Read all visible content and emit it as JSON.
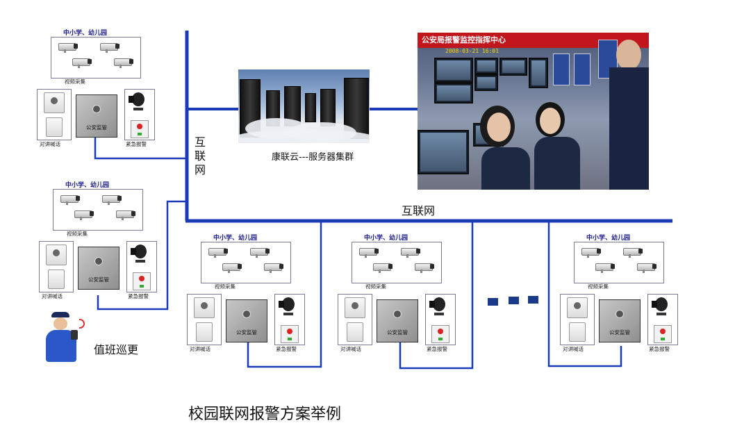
{
  "nodes": [
    {
      "id": "school-1",
      "title": "中小学、幼儿园",
      "video_label": "视频采集",
      "panel_label": "公安监管",
      "intercom_label": "对讲喊话",
      "alarm_label": "紧急报警"
    },
    {
      "id": "school-2",
      "title": "中小学、幼儿园",
      "video_label": "视频采集",
      "panel_label": "公安监管",
      "intercom_label": "对讲喊话",
      "alarm_label": "紧急报警"
    },
    {
      "id": "school-3",
      "title": "中小学、幼儿园",
      "video_label": "视频采集",
      "panel_label": "公安监管",
      "intercom_label": "对讲喊话",
      "alarm_label": "紧急报警"
    },
    {
      "id": "school-4",
      "title": "中小学、幼儿园",
      "video_label": "视频采集",
      "panel_label": "公安监管",
      "intercom_label": "对讲喊话",
      "alarm_label": "紧急报警"
    },
    {
      "id": "school-5",
      "title": "中小学、幼儿园",
      "video_label": "视频采集",
      "panel_label": "公安监管",
      "intercom_label": "对讲喊话",
      "alarm_label": "紧急报警"
    }
  ],
  "labels": {
    "internet_vertical": "互联网",
    "internet_horizontal": "互联网",
    "server_cluster": "康联云---服务器集群",
    "patrol": "值班巡更",
    "caption": "校园联网报警方案举例",
    "police_banner": "公安局报警监控指挥中心",
    "police_date": "2008-03-21 16:01"
  },
  "colors": {
    "network_line": "#1b3ab8",
    "node_title": "#1a1a8a",
    "banner": "#c0161c"
  }
}
